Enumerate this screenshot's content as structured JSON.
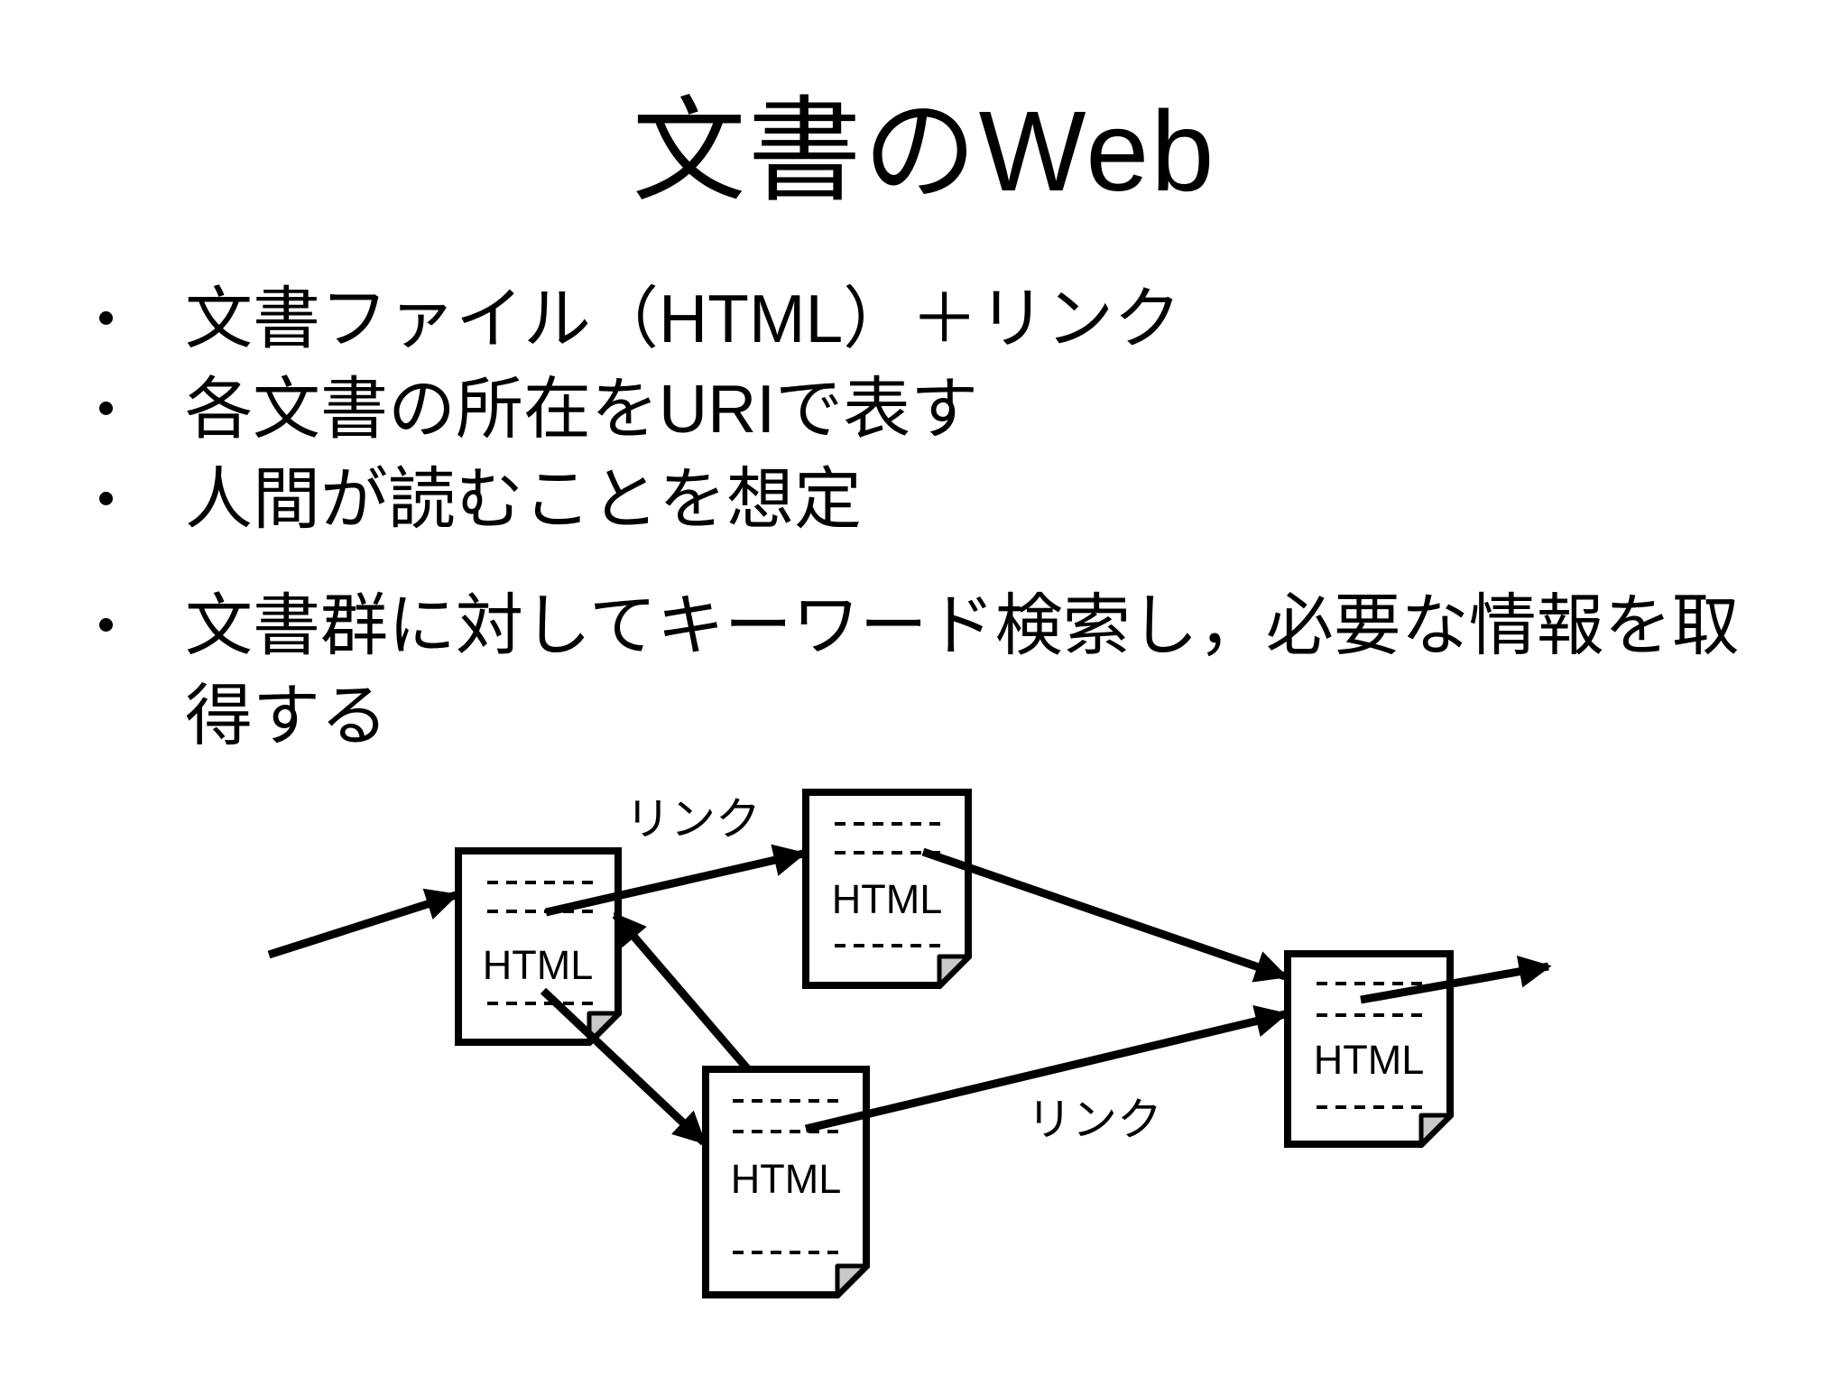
{
  "slide": {
    "title": "文書のWeb",
    "bullets": [
      "文書ファイル（HTML）＋リンク",
      "各文書の所在をURIで表す",
      "人間が読むことを想定",
      "文書群に対してキーワード検索し，必要な情報を取得する"
    ]
  },
  "diagram": {
    "documents": [
      {
        "id": "left",
        "label": "HTML"
      },
      {
        "id": "top",
        "label": "HTML"
      },
      {
        "id": "bottom",
        "label": "HTML"
      },
      {
        "id": "right",
        "label": "HTML"
      }
    ],
    "link_labels": [
      {
        "text": "リンク"
      },
      {
        "text": "リンク"
      }
    ],
    "colors": {
      "ink": "#000000",
      "paper": "#ffffff",
      "fold": "#c9c9c9"
    }
  }
}
